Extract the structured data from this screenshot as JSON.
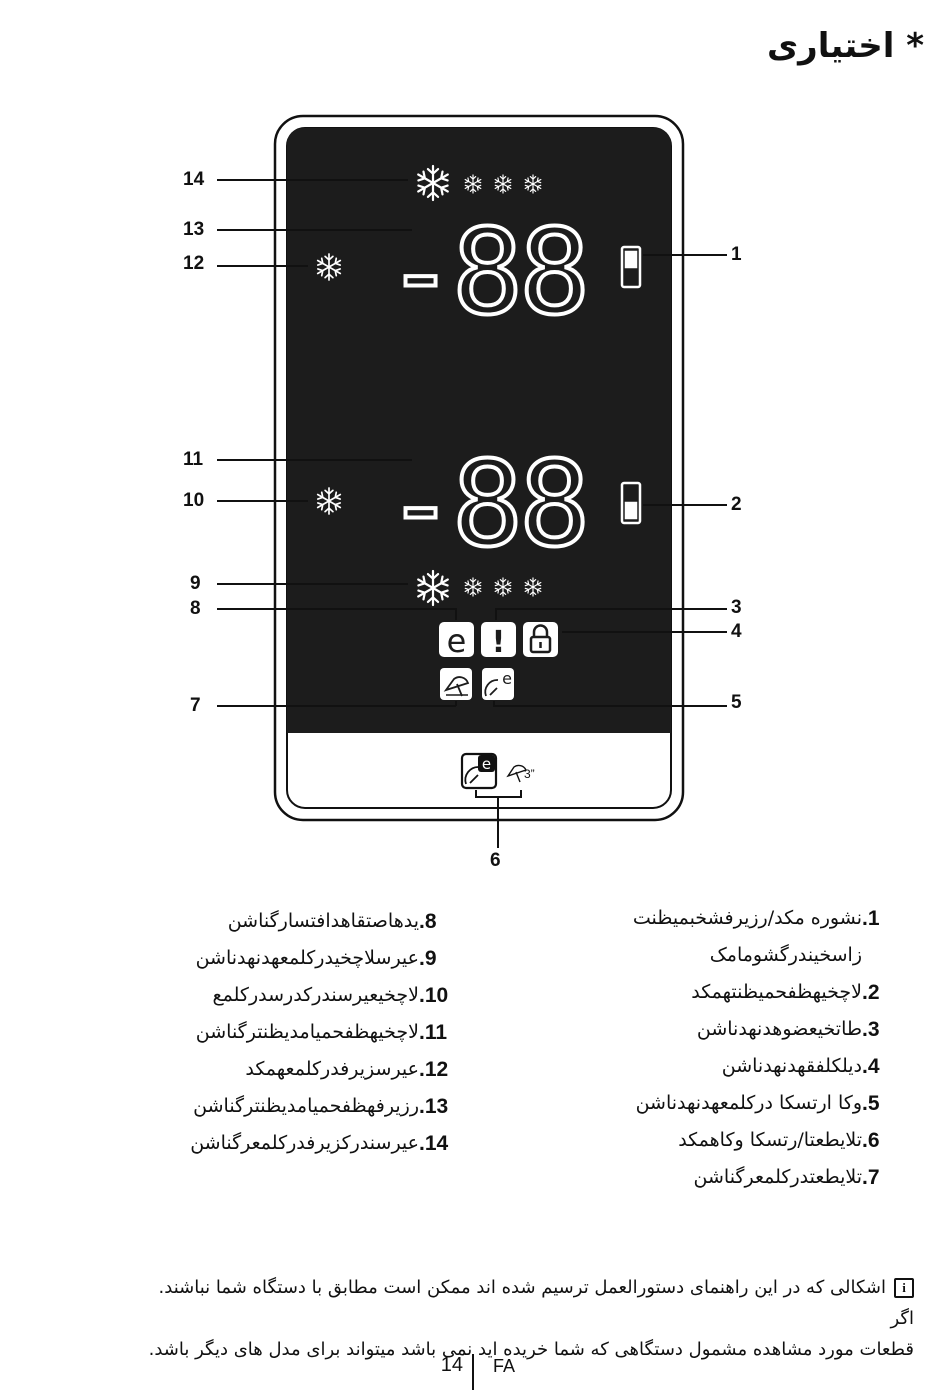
{
  "title": "* اختیاری",
  "display": {
    "digits_top": "-88",
    "digits_bottom": "-88",
    "super_caption": "3”"
  },
  "callouts": [
    "1",
    "2",
    "3",
    "4",
    "5",
    "6",
    "7",
    "8",
    "9",
    "10",
    "11",
    "12",
    "13",
    "14"
  ],
  "list_right": [
    {
      "num": ".1",
      "text": "نشوره مکد/رزیرفشخبمیظنت",
      "cont": "زاسخیندرگشومامک"
    },
    {
      "num": ".2",
      "text": "لاچخیهظفحمیظنتهمکد"
    },
    {
      "num": ".3",
      "text": "طاتخیعضوهدنهدناشن"
    },
    {
      "num": ".4",
      "text": "دیلکلفقهدنهدناشن"
    },
    {
      "num": ".5",
      "text": "وکا ارتسکا درکلمعهدنهدناشن"
    },
    {
      "num": ".6",
      "text": "تلایطعتا/رتسکا وکاهمکد"
    },
    {
      "num": ".7",
      "text": "تلایطعتدرکلمعرگناشن"
    }
  ],
  "list_left": [
    {
      "num": ".8",
      "text": "یدهاصتقاهدافتسارگناشن"
    },
    {
      "num": ".9",
      "text": "عیرسلاچخیدرکلمعهدنهدناشن"
    },
    {
      "num": ".10",
      "text": "لاچخیعیرسندرکدرسدرکلمع"
    },
    {
      "num": ".11",
      "text": "لاچخیهظفحمیامدیظنترگناشن"
    },
    {
      "num": ".12",
      "text": "عیرسزیرفدرکلمعهمکد"
    },
    {
      "num": ".13",
      "text": "رزیرفهظفحمیامدیظنترگناشن"
    },
    {
      "num": ".14",
      "text": "عیرسندرکزیرفدرکلمعرگناشن"
    }
  ],
  "note": {
    "line1": "اشکالی که در این راهنمای دستورالعمل ترسیم شده اند ممکن است مطابق با دستگاه شما نباشند.   اگر",
    "line2": "قطعات مورد مشاهده مشمول دستگاهی که شما خریده اید نمی باشد میتواند برای مدل های دیگر باشد."
  },
  "footer": {
    "page": "14",
    "lang": "FA"
  }
}
